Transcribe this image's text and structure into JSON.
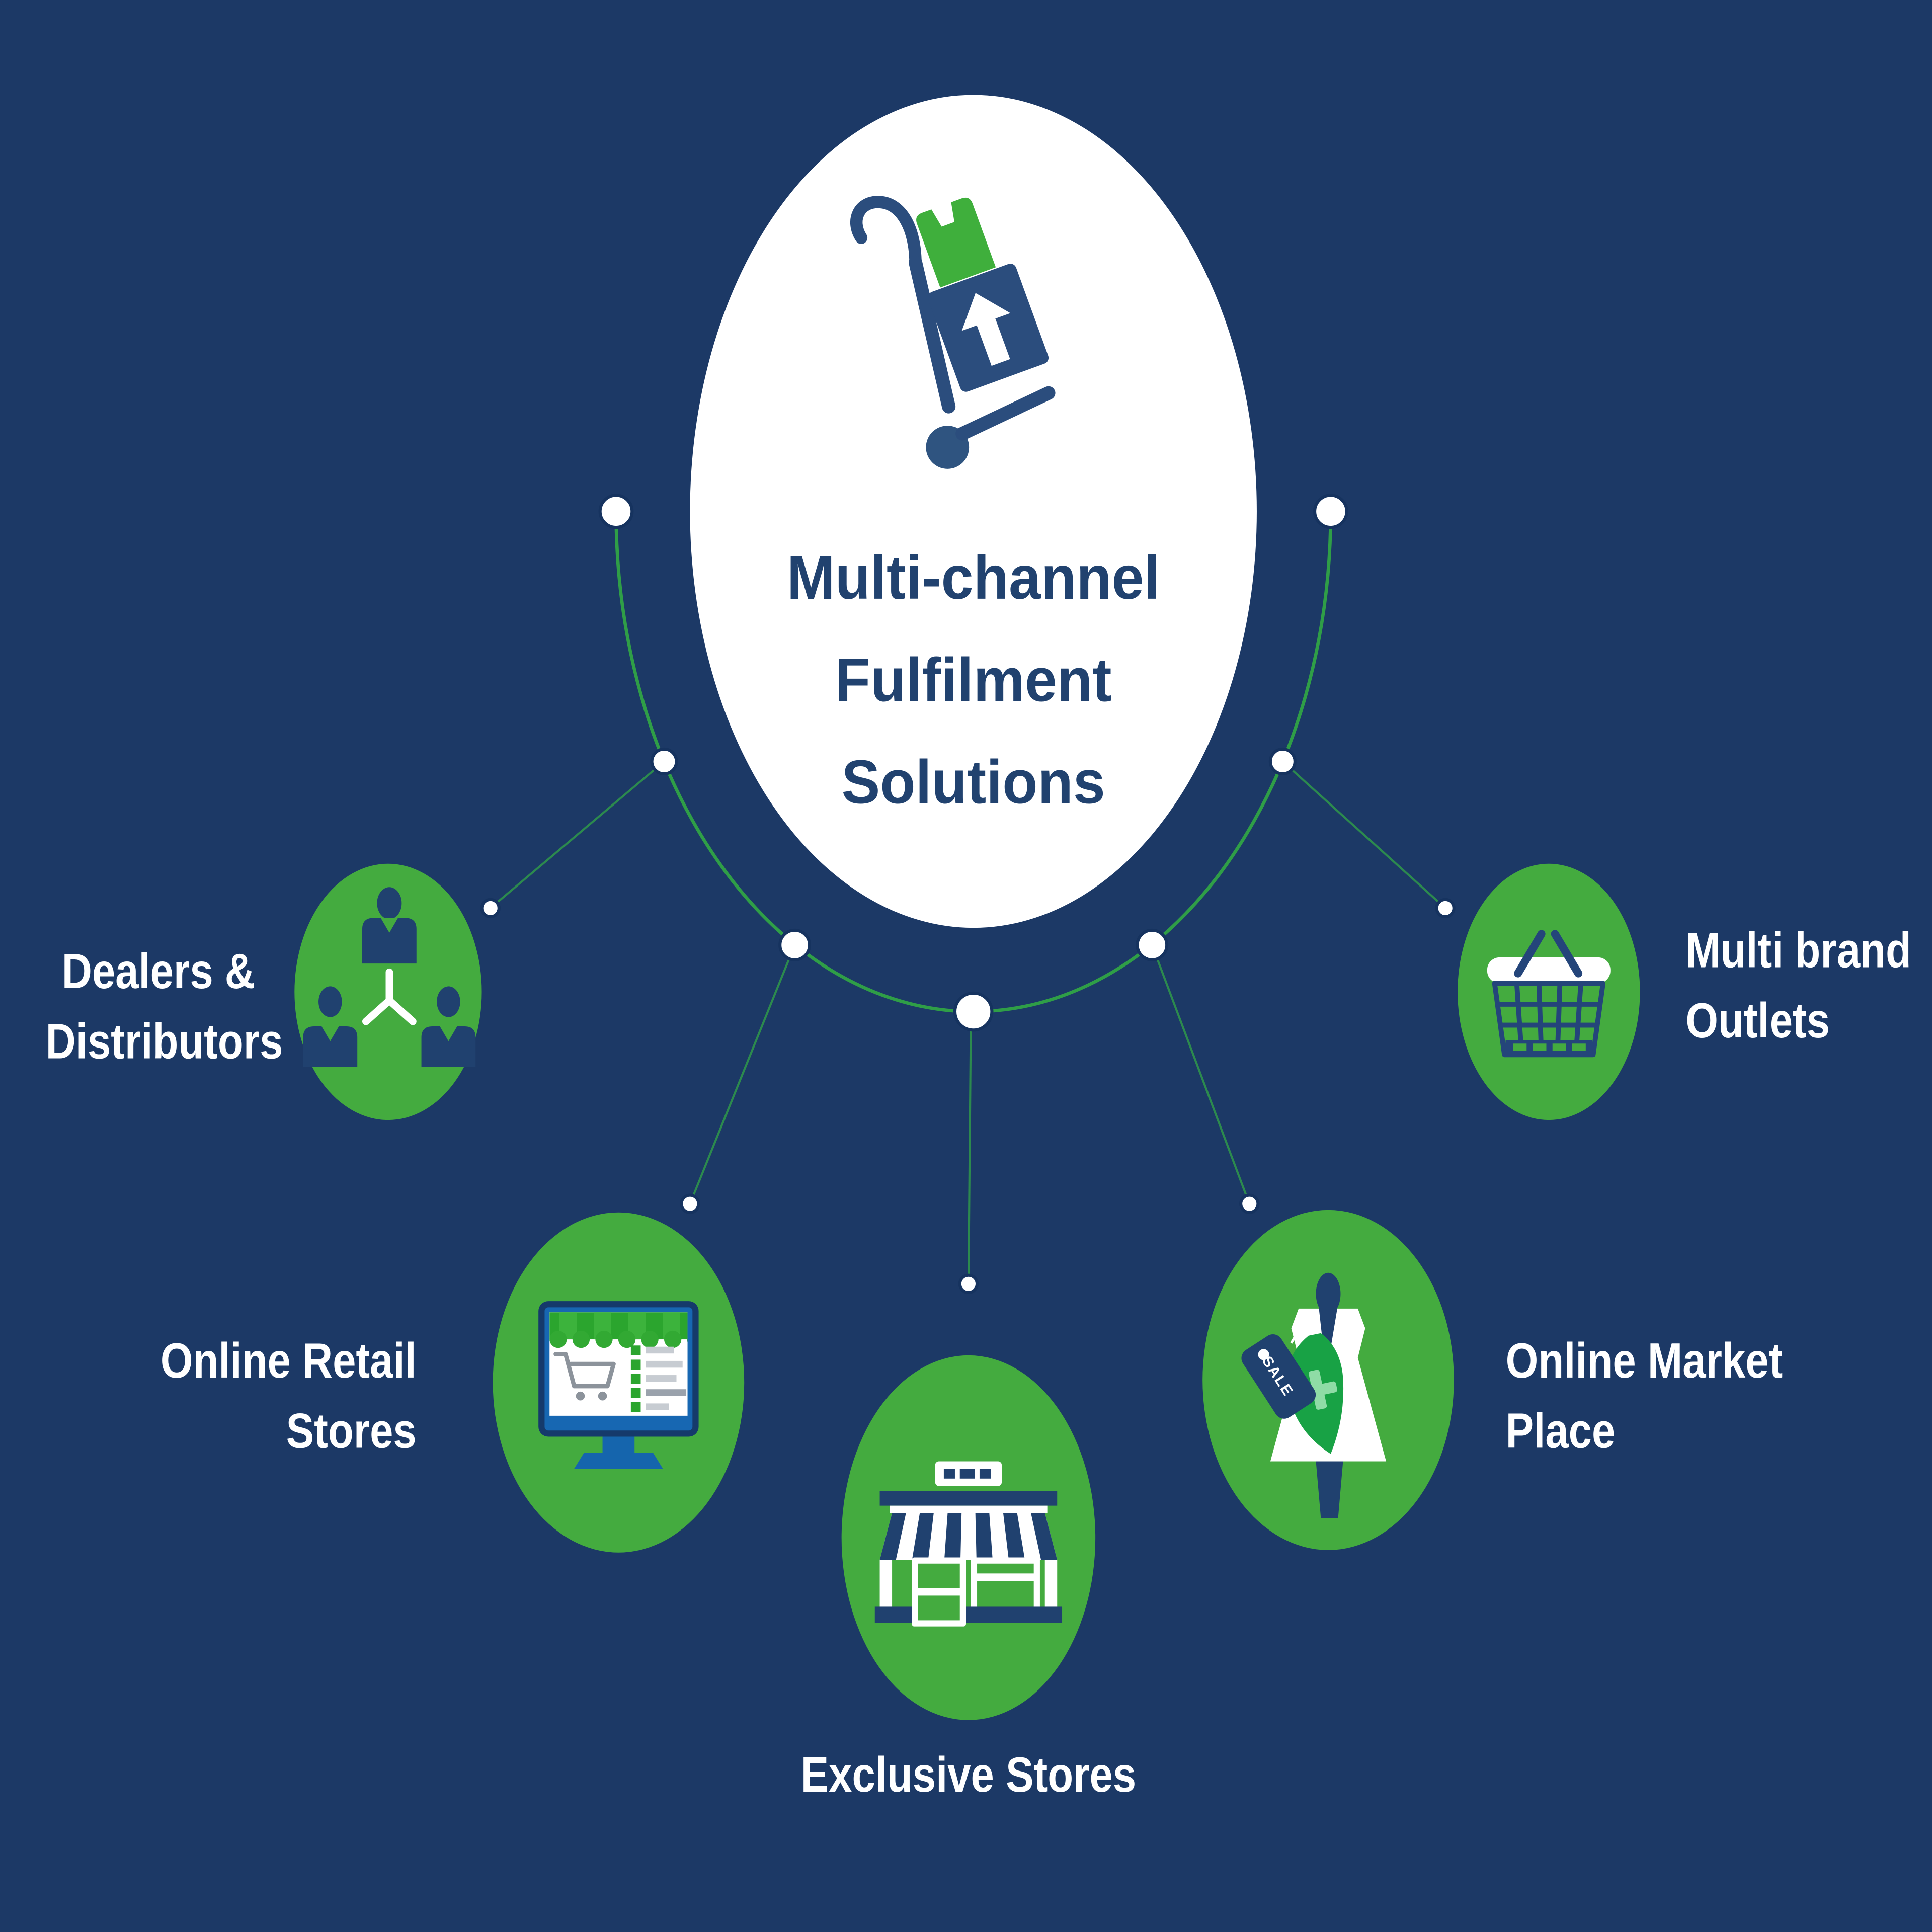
{
  "colors": {
    "background": "#1c3966",
    "node_green": "#44ab3f",
    "arc_green": "#2f9e47",
    "line_green": "#2c8a4e",
    "navy": "#20416f",
    "royal_blue": "#1767b2",
    "white": "#ffffff"
  },
  "center": {
    "title": "Multi-channel\nFulfilment\nSolutions",
    "icon": "hand-truck-parcel-icon"
  },
  "nodes": [
    {
      "id": "dealers-distributors",
      "label": "Dealers &\nDistributors",
      "icon": "org-chart-people-icon",
      "position": "upper-left"
    },
    {
      "id": "online-retail-stores",
      "label": "Online Retail\nStores",
      "icon": "online-store-monitor-icon",
      "position": "mid-left"
    },
    {
      "id": "exclusive-stores",
      "label": "Exclusive Stores",
      "icon": "storefront-awning-icon",
      "position": "bottom-center"
    },
    {
      "id": "online-market-place",
      "label": "Online Market\nPlace",
      "icon": "shopping-dress-sale-icon",
      "position": "mid-right"
    },
    {
      "id": "multi-brand-outlets",
      "label": "Multi brand\nOutlets",
      "icon": "shopping-basket-icon",
      "position": "upper-right"
    }
  ],
  "icon_texts": {
    "sale_tag": "SALE"
  }
}
